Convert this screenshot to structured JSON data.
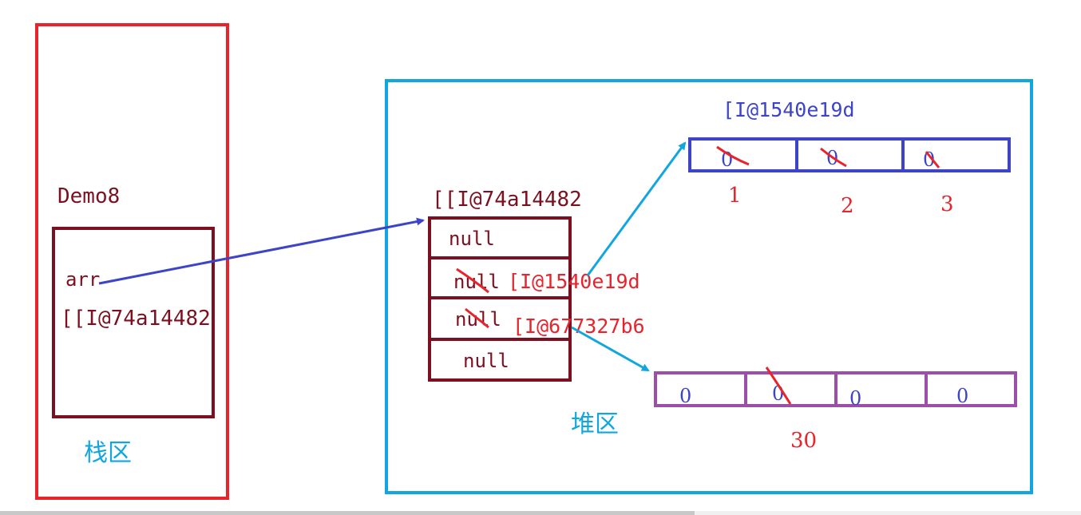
{
  "stack": {
    "region_label": "栈区",
    "frame_label": "Demo8",
    "var_name": "arr",
    "var_value": "[[I@74a14482",
    "color": "#e8232b"
  },
  "heap": {
    "region_label": "堆区",
    "color": "#12a6e0"
  },
  "outer_array": {
    "address": "[[I@74a14482",
    "cells": [
      "null",
      "null",
      "null",
      "null"
    ],
    "cell1_new_ref": "[I@1540e19d",
    "cell2_new_ref": "[I@677327b6",
    "color": "#7c1020"
  },
  "array_a": {
    "address": "[I@1540e19d",
    "cells": [
      "0",
      "0",
      "0"
    ],
    "new_values": [
      "1",
      "2",
      "3"
    ],
    "color": "#3d44c8"
  },
  "array_b": {
    "cells": [
      "0",
      "0",
      "0",
      "0"
    ],
    "new_value": "30",
    "color": "#9c4fa8"
  }
}
